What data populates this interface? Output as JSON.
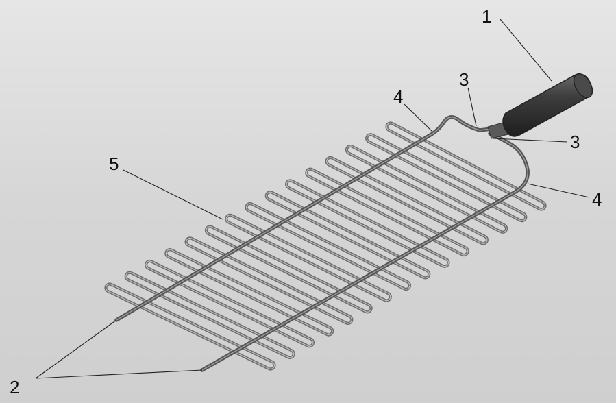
{
  "labels": {
    "handle": "1",
    "rod_ends": "2",
    "neck_bend_top": "3",
    "neck_bend_side": "3",
    "side_bend_top": "4",
    "side_bend_right": "4",
    "grid_wire": "5"
  },
  "colors": {
    "background": "#d8d8d8",
    "wire": "#6e6e6e",
    "wire_highlight": "#bdbdbd",
    "handle": "#3a3a3a",
    "leader": "#222222"
  },
  "grid": {
    "loop_count": 15
  }
}
